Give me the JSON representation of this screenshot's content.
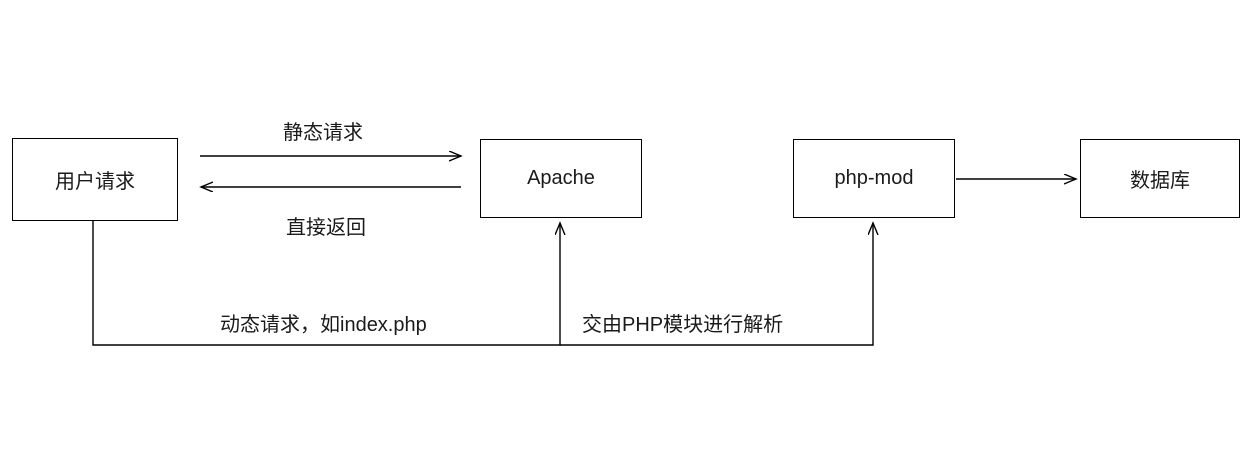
{
  "diagram": {
    "nodes": {
      "user_request": {
        "label": "用户请求"
      },
      "apache": {
        "label": "Apache"
      },
      "php_mod": {
        "label": "php-mod"
      },
      "database": {
        "label": "数据库"
      }
    },
    "edges": {
      "static_request": {
        "label": "静态请求"
      },
      "direct_return": {
        "label": "直接返回"
      },
      "dynamic_request": {
        "label": "动态请求，如index.php"
      },
      "php_parse": {
        "label": "交由PHP模块进行解析"
      }
    },
    "colors": {
      "background": "#ffffff",
      "stroke": "#000000",
      "text": "#1a1a1a"
    }
  }
}
